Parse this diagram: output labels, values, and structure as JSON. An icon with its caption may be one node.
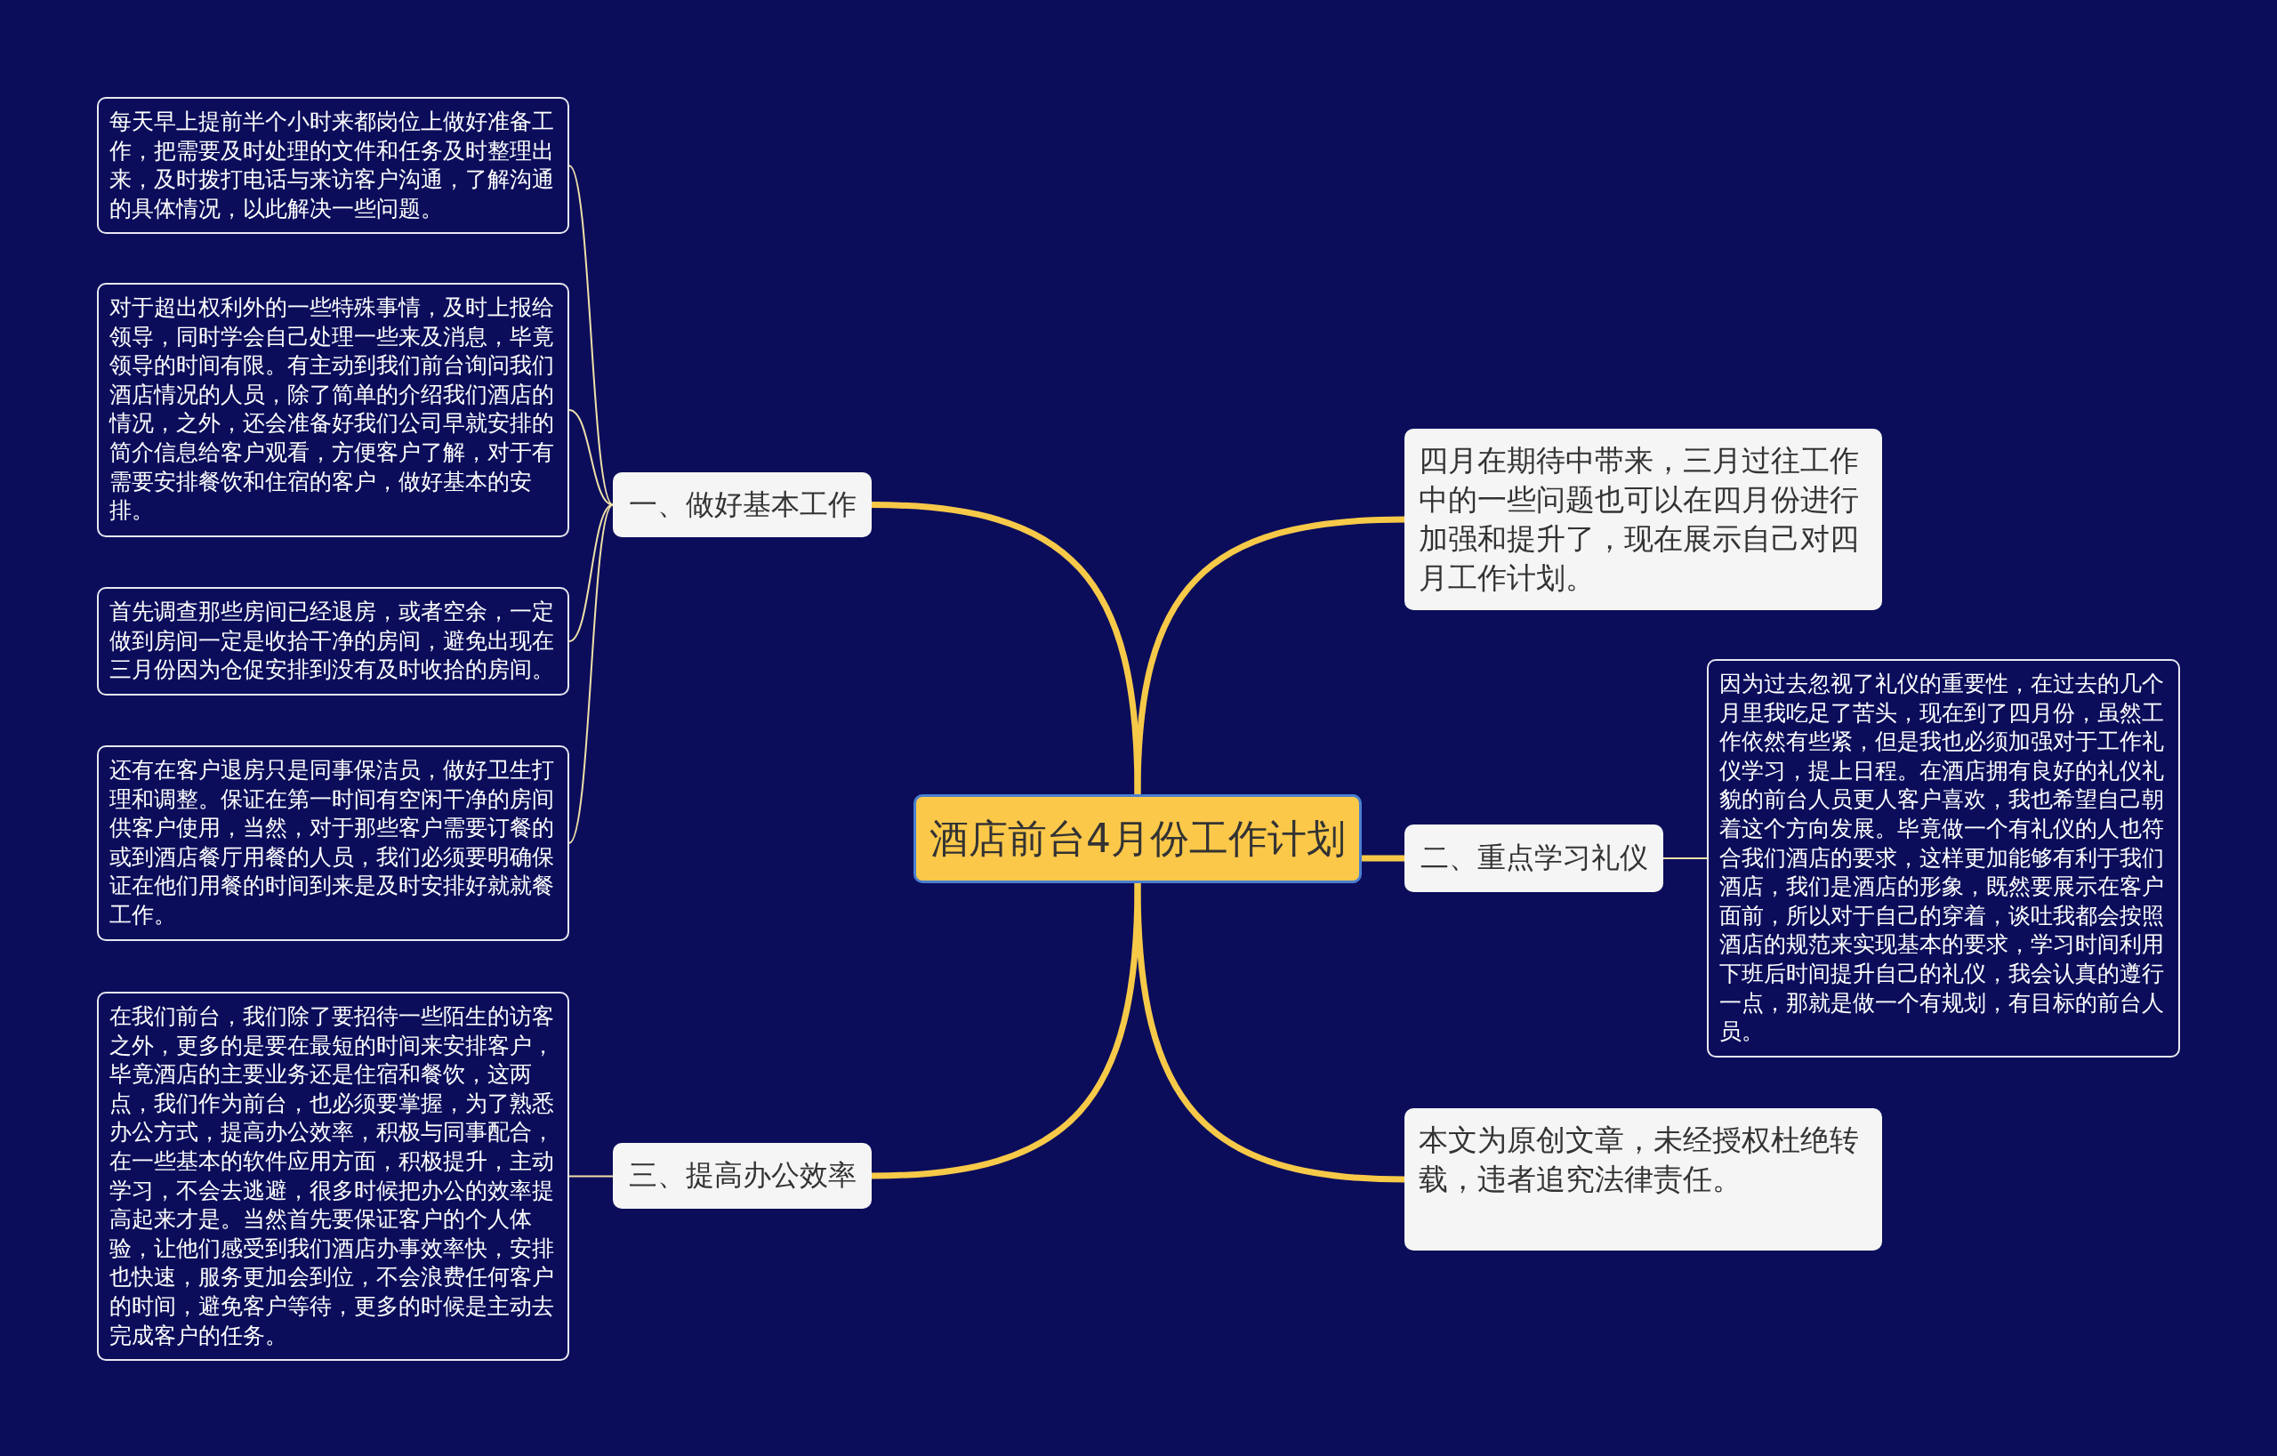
{
  "diagram": {
    "nodes": [
      {
        "text": [
          "酒店前台4月份工作计划"
        ]
      },
      {
        "text": [
          "一、做好基本工作"
        ]
      },
      {
        "text": [
          "每天早上提前半个小时来都岗位上做好准备工作，把需要及时处理的文件和任务及时整理出来，及时拨打电话与来访客户沟通，了解沟通的具体情况，以此解决一些问题。"
        ]
      },
      {
        "text": [
          "对于超出权利外的一些特殊事情，及时上报给领导，同时学会自己处理一些来及消息，毕竟领导的时间有限。有主动到我们前台询问我们酒店情况的人员，除了简单的介绍我们酒店的情况，之外，还会准备好我们公司早就安排的简介信息给客户观看，方便客户了解，对于有需要安排餐饮和住宿的客户，做好基本的安排。"
        ]
      },
      {
        "text": [
          "首先调查那些房间已经退房，或者空余，一定做到房间一定是收拾干净的房间，避免出现在三月份因为仓促安排到没有及时收拾的房间。"
        ]
      },
      {
        "text": [
          "还有在客户退房只是同事保洁员，做好卫生打理和调整。保证在第一时间有空闲干净的房间供客户使用，当然，对于那些客户需要订餐的或到酒店餐厅用餐的人员，我们必须要明确保证在他们用餐的时间到来是及时安排好就就餐工作。"
        ]
      },
      {
        "text": [
          "三、提高办公效率"
        ]
      },
      {
        "text": [
          "在我们前台，我们除了要招待一些陌生的访客之外，更多的是要在最短的时间来安排客户，毕竟酒店的主要业务还是住宿和餐饮，这两点，我们作为前台，也必须要掌握，为了熟悉办公方式，提高办公效率，积极与同事配合，在一些基本的软件应用方面，积极提升，主动学习，不会去逃避，很多时候把办公的效率提高起来才是。当然首先要保证客户的个人体验，让他们感受到我们酒店办事效率快，安排也快速，服务更加会到位，不会浪费任何客户的时间，避免客户等待，更多的时候是主动去完成客户的任务。"
        ]
      },
      {
        "text": [
          "四月在期待中带来，三月过往工作中的一些问题也可以在四月份进行加强和提升了，现在展示自己对四月工作计划。"
        ]
      },
      {
        "text": [
          "二、重点学习礼仪"
        ]
      },
      {
        "text": [
          "因为过去忽视了礼仪的重要性，在过去的几个月里我吃足了苦头，现在到了四月份，虽然工作依然有些紧，但是我也必须加强对于工作礼仪学习，提上日程。在酒店拥有良好的礼仪礼貌的前台人员更人客户喜欢，我也希望自己朝着这个方向发展。毕竟做一个有礼仪的人也符合我们酒店的要求，这样更加能够有利于我们酒店，我们是酒店的形象，既然要展示在客户面前，所以对于自己的穿着，谈吐我都会按照酒店的规范来实现基本的要求，学习时间利用下班后时间提升自己的礼仪，我会认真的遵行一点，那就是做一个有规划，有目标的前台人员。"
        ]
      },
      {
        "text": [
          "本文为原创文章，未经授权杜绝转载，违者追究法律责任。"
        ]
      }
    ],
    "edges": [
      {
        "from": 0,
        "to": 1,
        "arrow": "none",
        "style": "thick",
        "color": "#f7c948"
      },
      {
        "from": 1,
        "to": 2,
        "arrow": "none"
      },
      {
        "from": 1,
        "to": 3,
        "arrow": "none"
      },
      {
        "from": 1,
        "to": 4,
        "arrow": "none"
      },
      {
        "from": 1,
        "to": 5,
        "arrow": "none"
      },
      {
        "from": 0,
        "to": 6,
        "arrow": "none",
        "style": "thick",
        "color": "#f7c948"
      },
      {
        "from": 6,
        "to": 7,
        "arrow": "none"
      },
      {
        "from": 0,
        "to": 8,
        "arrow": "none",
        "style": "thick",
        "color": "#f7c948"
      },
      {
        "from": 0,
        "to": 9,
        "arrow": "none",
        "style": "thick",
        "color": "#f7c948"
      },
      {
        "from": 9,
        "to": 10,
        "arrow": "none"
      },
      {
        "from": 0,
        "to": 11,
        "arrow": "none",
        "style": "thick",
        "color": "#f7c948"
      }
    ]
  }
}
